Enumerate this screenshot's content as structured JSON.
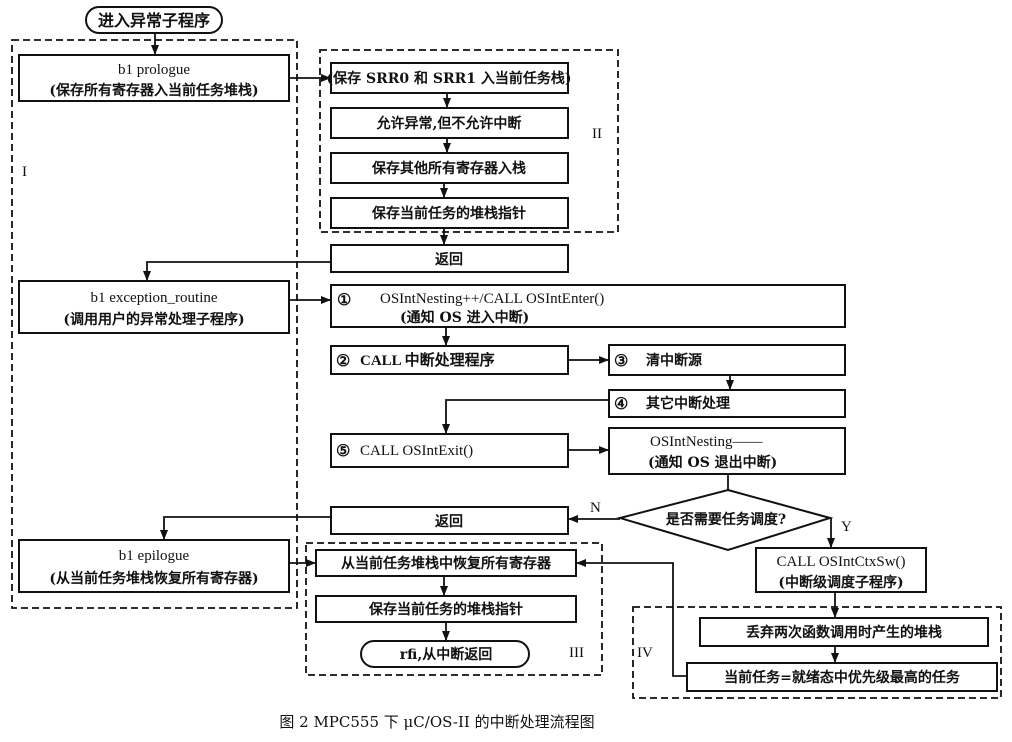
{
  "diagram": {
    "start": "进入异常子程序",
    "region_labels": {
      "I": "I",
      "II": "II",
      "III": "III",
      "IV": "IV"
    },
    "region1": {
      "prologue": {
        "line1": "b1   prologue",
        "line2": "(保存所有寄存器入当前任务堆栈)"
      },
      "exception": {
        "line1": "b1   exception_routine",
        "line2": "(调用用户的异常处理子程序)"
      },
      "epilogue": {
        "line1": "b1   epilogue",
        "line2": "(从当前任务堆栈恢复所有寄存器)"
      }
    },
    "region2": {
      "steps": [
        "(保存 SRR0 和 SRR1 入当前任务栈)",
        "允许异常,但不允许中断",
        "保存其他所有寄存器入栈",
        "保存当前任务的堆栈指针"
      ]
    },
    "return1": "返回",
    "step1": {
      "num": "①",
      "line1": "OSIntNesting++/CALL   OSIntEnter()",
      "line2": "(通知 OS 进入中断)"
    },
    "step2": {
      "num": "②",
      "text": "CALL 中断处理程序"
    },
    "step3": {
      "num": "③",
      "text": "清中断源"
    },
    "step4": {
      "num": "④",
      "text": "其它中断处理"
    },
    "step5": {
      "num": "⑤",
      "text": "CALL   OSIntExit()"
    },
    "nesting_dec": {
      "line1": "OSIntNesting——",
      "line2": "(通知 OS 退出中断)"
    },
    "decision": {
      "text": "是否需要任务调度?",
      "no": "N",
      "yes": "Y"
    },
    "return2": "返回",
    "ctxsw": {
      "line1": "CALL   OSIntCtxSw()",
      "line2": "(中断级调度子程序)"
    },
    "region3": {
      "steps": [
        "从当前任务堆栈中恢复所有寄存器",
        "保存当前任务的堆栈指针"
      ],
      "end": "rfi,从中断返回"
    },
    "region4": {
      "steps": [
        "丢弃两次函数调用时产生的堆栈",
        "当前任务=就绪态中优先级最高的任务"
      ]
    },
    "caption": "图 2  MPC555 下 μC/OS-II 的中断处理流程图"
  }
}
